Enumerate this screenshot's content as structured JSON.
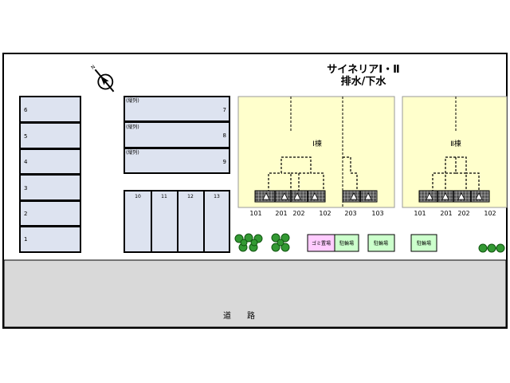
{
  "title": {
    "line1": "サイネリアⅠ・Ⅱ",
    "line2": "排水/下水"
  },
  "road": {
    "label": "道　　路"
  },
  "parking_left": {
    "labels": [
      "6",
      "5",
      "4",
      "3",
      "2",
      "1"
    ]
  },
  "parking_parallel": {
    "rows": [
      {
        "tag": "(縦列)",
        "number": "7"
      },
      {
        "tag": "(縦列)",
        "number": "8"
      },
      {
        "tag": "(縦列)",
        "number": "9"
      }
    ]
  },
  "parking_bottom": {
    "labels": [
      "10",
      "11",
      "12",
      "13"
    ]
  },
  "building1": {
    "name": "Ⅰ棟",
    "units": [
      "101",
      "201",
      "202",
      "102",
      "203",
      "103"
    ]
  },
  "building2": {
    "name": "Ⅱ棟",
    "units": [
      "101",
      "201",
      "202",
      "102"
    ]
  },
  "facilities": {
    "garbage": "ゴミ置場",
    "bike1": "駐輪場",
    "bike2": "駐輪場",
    "bike3": "駐輪場"
  },
  "colors": {
    "building": "#ffffcc",
    "parking": "#dde3f0",
    "road": "#d9d9d9",
    "garbage": "#ffccff",
    "bike": "#ccffcc",
    "tree": "#339933"
  }
}
